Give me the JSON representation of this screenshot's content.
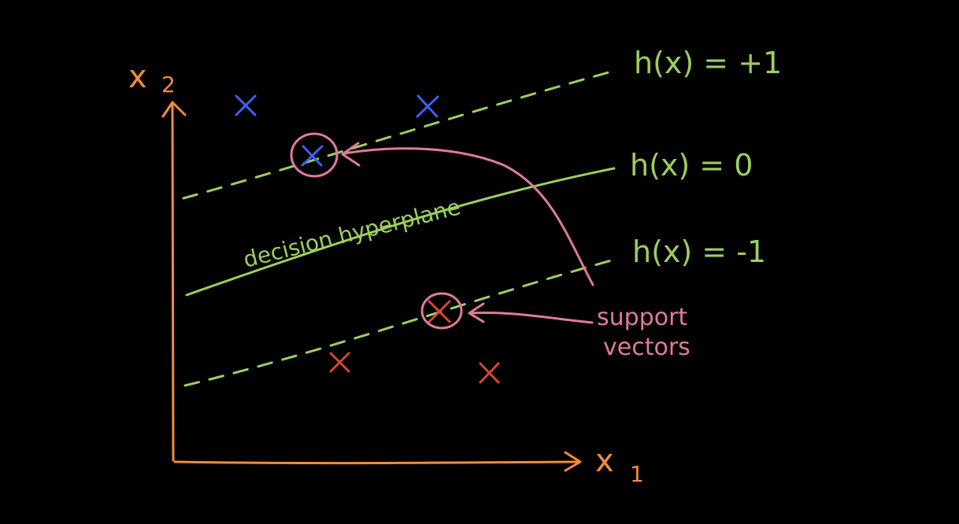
{
  "colors": {
    "background": "#000000",
    "axis": "#f28c3c",
    "hyperplane": "#9ccf5f",
    "positive": "#3e5ff0",
    "negative": "#d9482b",
    "support_annotation": "#e07a9b"
  },
  "axes": {
    "x_label": "x",
    "x_subscript": "1",
    "y_label": "x",
    "y_subscript": "2"
  },
  "lines": {
    "upper_margin": "h(x) = +1",
    "decision": "h(x) = 0",
    "lower_margin": "h(x) = -1",
    "decision_caption": "decision hyperplane"
  },
  "annotation": {
    "line1": "support",
    "line2": "vectors"
  },
  "points": {
    "positive_class": 3,
    "negative_class": 3,
    "support_vectors": 2
  }
}
